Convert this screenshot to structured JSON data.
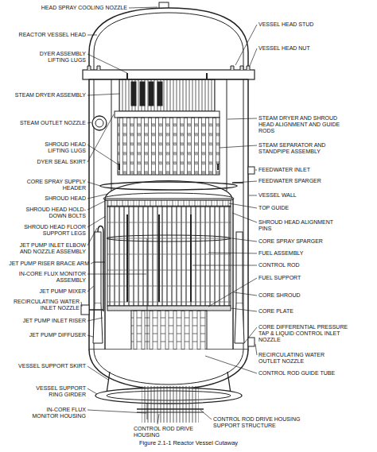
{
  "diagram": {
    "caption": "Figure 2.1-1 Reactor Vessel Cutaway",
    "labels": [
      "HEAD SPRAY COOLING NOZZLE",
      "REACTOR VESSEL HEAD",
      "DYER ASSEMBLY LIFTING LUGS",
      "STEAM DRYER ASSEMBLY",
      "STEAM OUTLET NOZZLE",
      "SHROUD HEAD LIFTING LUGS",
      "DYER SEAL SKIRT",
      "CORE SPRAY SUPPLY HEADER",
      "SHROUD HEAD",
      "SHROUD HEAD HOLD-DOWN BOLTS",
      "SHROUD HEAD FLOOR SUPPORT LEGS",
      "JET PUMP INLET ELBOW AND NOZZLE ASSEMBLY",
      "JET PUMP RISER BRACE ARM",
      "IN-CORE FLUX MONITOR ASSEMBLY",
      "JET PUMP MIXER",
      "RECIRCULATING WATER INLET NOZZLE",
      "JET PUMP INLET RISER",
      "JET PUMP DIFFUSER",
      "VESSEL SUPPORT SKIRT",
      "VESSEL SUPPORT RING GIRDER",
      "IN-CORE FLUX MONITOR HOUSING",
      "VESSEL HEAD STUD",
      "VESSEL HEAD NUT",
      "STEAM DRYER AND SHROUD HEAD ALIGNMENT AND GUIDE RODS",
      "STEAM SEPARATOR AND STANDPIPE ASSEMBLY",
      "FEEDWATER INLET",
      "FEEDWATER SPARGER",
      "VESSEL WALL",
      "TOP GUIDE",
      "SHROUD HEAD ALIGNMENT PINS",
      "CORE SPRAY SPARGER",
      "FUEL ASSEMBLY",
      "CONTROL ROD",
      "FUEL SUPPORT",
      "CORE SHROUD",
      "CORE PLATE",
      "CORE DIFFERENTIAL PRESSURE TAP & LIQUID CONTROL INLET NOZZLE",
      "RECIRCULATING WATER OUTLET NOZZLE",
      "CONTROL ROD GUIDE TUBE",
      "CONTROL ROD DRIVE HOUSING SUPPORT STRUCTURE",
      "CONTROL ROD DRIVE HOUSING"
    ]
  }
}
